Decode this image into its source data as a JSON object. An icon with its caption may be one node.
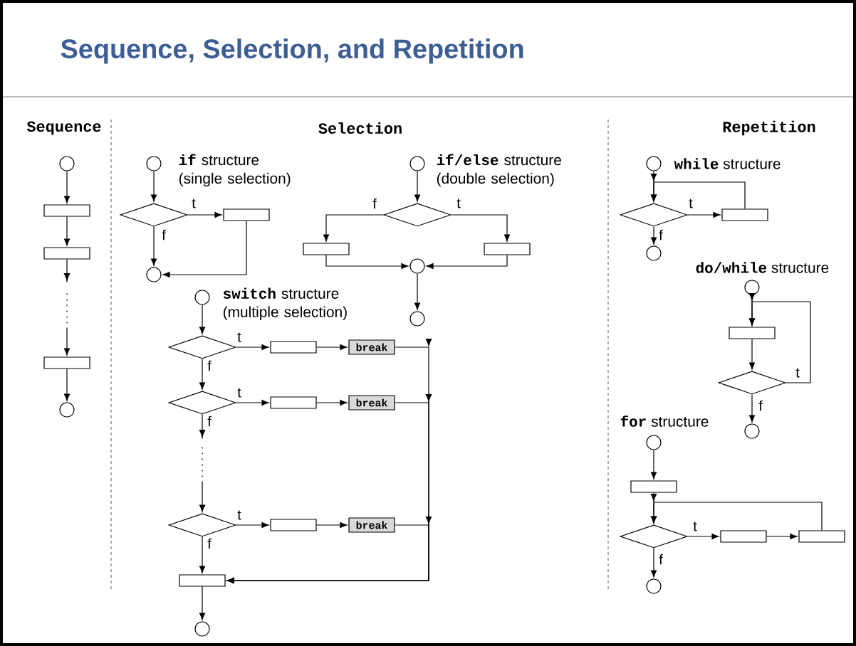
{
  "diagram": {
    "title": "Sequence, Selection, and Repetition",
    "nodes": [
      {
        "text": [],
        "shape": "circle"
      },
      {
        "text": [],
        "shape": "box"
      },
      {
        "text": [],
        "shape": "box"
      },
      {
        "text": [],
        "shape": "box"
      },
      {
        "text": [],
        "shape": "circle"
      },
      {
        "text": [],
        "shape": "circle"
      },
      {
        "text": [],
        "shape": "diamond"
      },
      {
        "text": [],
        "shape": "box"
      },
      {
        "text": [],
        "shape": "circle"
      },
      {
        "text": [],
        "shape": "circle"
      },
      {
        "text": [],
        "shape": "diamond"
      },
      {
        "text": [],
        "shape": "box"
      },
      {
        "text": [],
        "shape": "box"
      },
      {
        "text": [],
        "shape": "circle"
      },
      {
        "text": [],
        "shape": "circle"
      },
      {
        "text": [],
        "shape": "circle"
      },
      {
        "text": [],
        "shape": "diamond"
      },
      {
        "text": [],
        "shape": "box"
      },
      {
        "text": [
          "break"
        ]
      },
      {
        "text": [],
        "shape": "diamond"
      },
      {
        "text": [],
        "shape": "box"
      },
      {
        "text": [
          "break"
        ]
      },
      {
        "text": [],
        "shape": "diamond"
      },
      {
        "text": [],
        "shape": "box"
      },
      {
        "text": [
          "break"
        ]
      },
      {
        "text": [],
        "shape": "box"
      },
      {
        "text": [],
        "shape": "circle"
      },
      {
        "text": [],
        "shape": "circle"
      },
      {
        "text": [],
        "shape": "diamond"
      },
      {
        "text": [],
        "shape": "box"
      },
      {
        "text": [],
        "shape": "circle"
      },
      {
        "text": [],
        "shape": "circle"
      },
      {
        "text": [],
        "shape": "box"
      },
      {
        "text": [],
        "shape": "diamond"
      },
      {
        "text": [],
        "shape": "circle"
      },
      {
        "text": [],
        "shape": "circle"
      },
      {
        "text": [],
        "shape": "box"
      },
      {
        "text": [],
        "shape": "diamond"
      },
      {
        "text": [],
        "shape": "box"
      },
      {
        "text": [],
        "shape": "box"
      },
      {
        "text": [],
        "shape": "circle"
      }
    ],
    "edges": [
      {
        "from": 0,
        "to": 1,
        "arrow": "to"
      },
      {
        "from": 1,
        "to": 2,
        "arrow": "to"
      },
      {
        "from": 2,
        "to": 3,
        "arrow": "to",
        "style": "dashed"
      },
      {
        "from": 3,
        "to": 4,
        "arrow": "to"
      },
      {
        "from": 5,
        "to": 6,
        "arrow": "to"
      },
      {
        "from": 6,
        "to": 7,
        "arrow": "to",
        "label": "t"
      },
      {
        "from": 6,
        "to": 8,
        "arrow": "to",
        "label": "f"
      },
      {
        "from": 7,
        "to": 8,
        "arrow": "to"
      },
      {
        "from": 9,
        "to": 10,
        "arrow": "to"
      },
      {
        "from": 10,
        "to": 11,
        "arrow": "to",
        "label": "f"
      },
      {
        "from": 10,
        "to": 12,
        "arrow": "to",
        "label": "t"
      },
      {
        "from": 11,
        "to": 13,
        "arrow": "to"
      },
      {
        "from": 12,
        "to": 13,
        "arrow": "to"
      },
      {
        "from": 13,
        "to": 14,
        "arrow": "to"
      },
      {
        "from": 15,
        "to": 16,
        "arrow": "to"
      },
      {
        "from": 16,
        "to": 17,
        "arrow": "to",
        "label": "t"
      },
      {
        "from": 17,
        "to": 18,
        "arrow": "to"
      },
      {
        "from": 16,
        "to": 19,
        "arrow": "to",
        "label": "f"
      },
      {
        "from": 19,
        "to": 20,
        "arrow": "to",
        "label": "t"
      },
      {
        "from": 20,
        "to": 21,
        "arrow": "to"
      },
      {
        "from": 19,
        "to": 22,
        "arrow": "to",
        "label": "f",
        "style": "dashed"
      },
      {
        "from": 22,
        "to": 23,
        "arrow": "to",
        "label": "t"
      },
      {
        "from": 23,
        "to": 24,
        "arrow": "to"
      },
      {
        "from": 22,
        "to": 25,
        "arrow": "to",
        "label": "f"
      },
      {
        "from": 18,
        "to": 25,
        "arrow": "to"
      },
      {
        "from": 21,
        "to": 25,
        "arrow": "to"
      },
      {
        "from": 24,
        "to": 25,
        "arrow": "to"
      },
      {
        "from": 25,
        "to": 26,
        "arrow": "to"
      },
      {
        "from": 27,
        "to": 28,
        "arrow": "to"
      },
      {
        "from": 28,
        "to": 29,
        "arrow": "to",
        "label": "t"
      },
      {
        "from": 29,
        "to": 28,
        "arrow": "to"
      },
      {
        "from": 28,
        "to": 30,
        "arrow": "to",
        "label": "f"
      },
      {
        "from": 31,
        "to": 32,
        "arrow": "to"
      },
      {
        "from": 32,
        "to": 33,
        "arrow": "to"
      },
      {
        "from": 33,
        "to": 32,
        "arrow": "to",
        "label": "t"
      },
      {
        "from": 33,
        "to": 34,
        "arrow": "to",
        "label": "f"
      },
      {
        "from": 35,
        "to": 36,
        "arrow": "to"
      },
      {
        "from": 36,
        "to": 37,
        "arrow": "to"
      },
      {
        "from": 37,
        "to": 38,
        "arrow": "to",
        "label": "t"
      },
      {
        "from": 38,
        "to": 39,
        "arrow": "to"
      },
      {
        "from": 39,
        "to": 37,
        "arrow": "to"
      },
      {
        "from": 37,
        "to": 40,
        "arrow": "to",
        "label": "f"
      }
    ],
    "labels": [
      "Sequence",
      "Selection",
      "Repetition",
      "**if** structure (single selection)",
      "**if/else** structure (double selection)",
      "**switch** structure (multiple selection)",
      "**while** structure",
      "**do/while** structure",
      "**for** structure"
    ]
  }
}
